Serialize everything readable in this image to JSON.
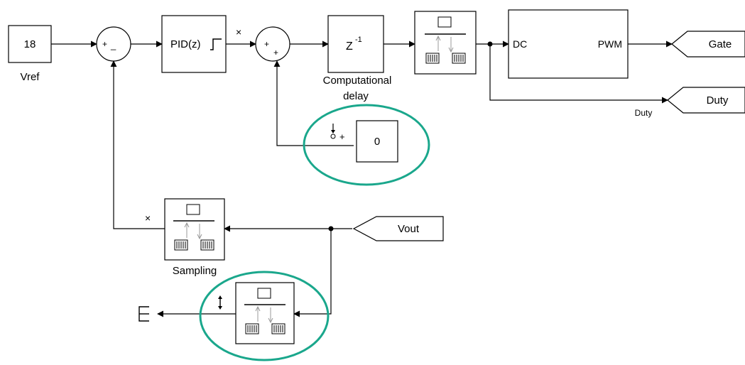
{
  "blocks": {
    "const_vref": {
      "value": "18",
      "caption": "Vref"
    },
    "sum1": {
      "sign_top": "+",
      "sign_bottom": "_"
    },
    "pid": {
      "label": "PID(z)"
    },
    "sum2": {
      "sign_left": "+",
      "sign_bottom": "+"
    },
    "delay": {
      "label": "Z",
      "exponent": "-1",
      "caption_line1": "Computational",
      "caption_line2": "delay"
    },
    "pwm": {
      "in_label": "DC",
      "out_label": "PWM"
    },
    "goto_gate": {
      "label": "Gate"
    },
    "goto_duty": {
      "label": "Duty"
    },
    "duty_signal": {
      "label": "Duty"
    },
    "const_zero": {
      "value": "0",
      "port_sign": "+"
    },
    "from_vout": {
      "label": "Vout"
    },
    "sampling": {
      "caption": "Sampling"
    }
  },
  "markers": {
    "saturation_x": "×",
    "feedback_x": "×"
  },
  "colors": {
    "highlight": "#1aa78c",
    "line": "#000000",
    "block_fill": "#ffffff"
  },
  "icons": [
    "rate-transition-icon",
    "terminator-icon",
    "bidirectional-arrow-icon"
  ]
}
